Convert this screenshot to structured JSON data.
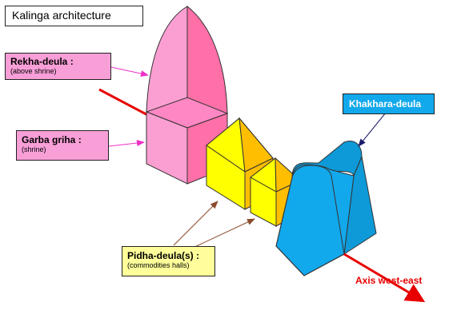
{
  "title": "Kalinga architecture",
  "labels": {
    "rekha": {
      "main": "Rekha-deula :",
      "sub": "(above shrine)"
    },
    "garba": {
      "main": "Garba griha :",
      "sub": "(shrine)"
    },
    "khakhara": {
      "main": "Khakhara-deula"
    },
    "pidha": {
      "main": "Pidha-deula(s) :",
      "sub": "(commodities halls)"
    },
    "axis": "Axis west-east"
  },
  "colors": {
    "pink": "#f99fd8",
    "pink_dark": "#ff6fa8",
    "yellow": "#ffff00",
    "orange": "#ffbf00",
    "blue": "#12a8ec",
    "axis_red": "#e80000"
  }
}
